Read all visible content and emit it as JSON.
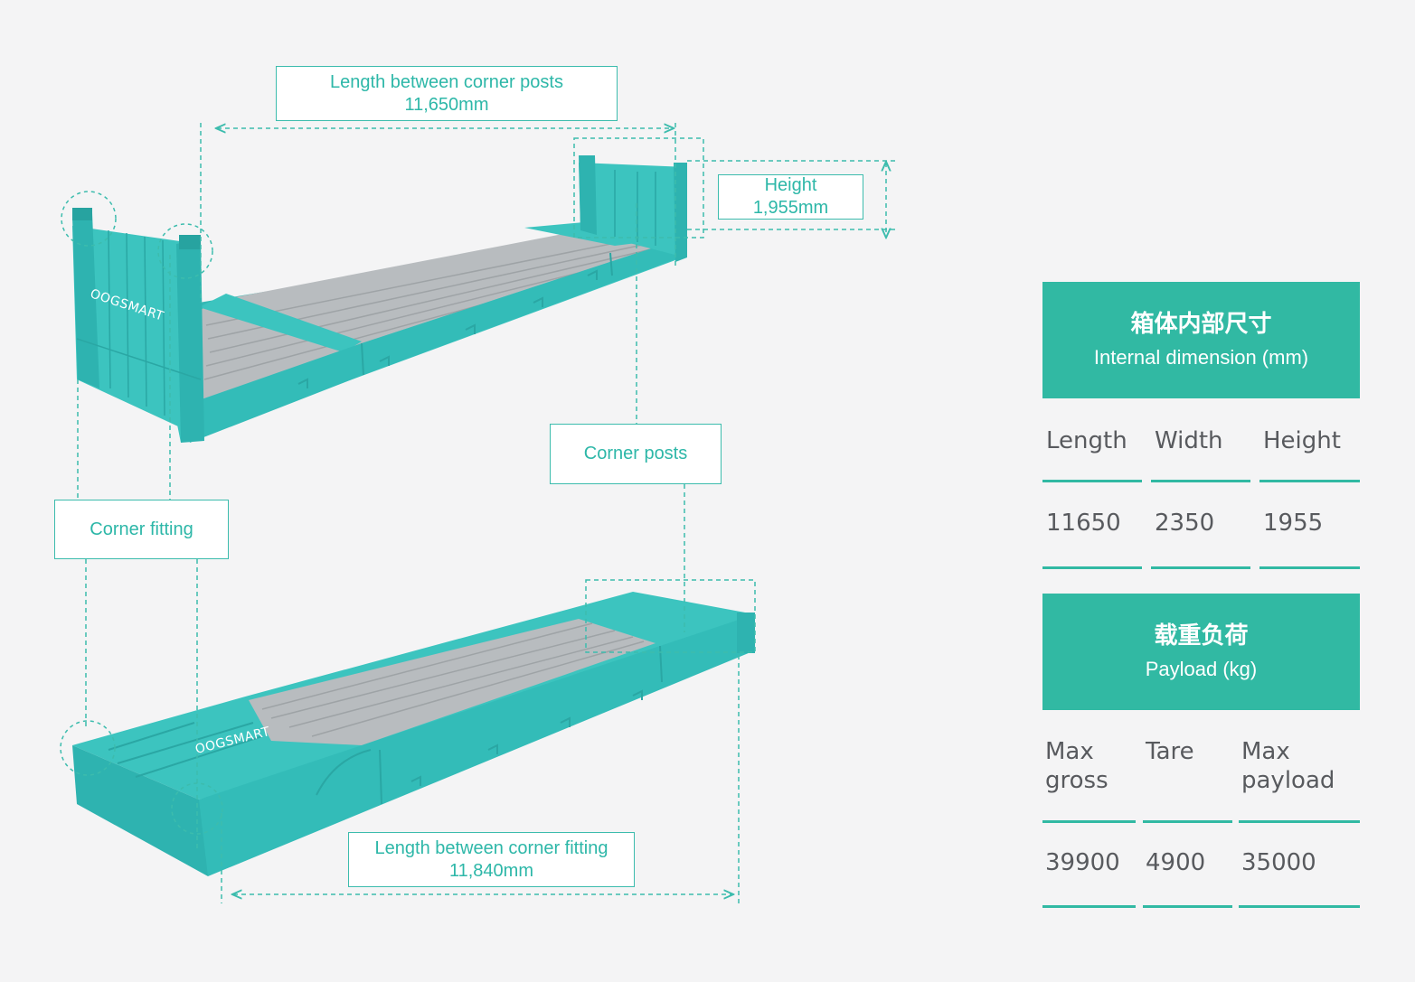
{
  "callouts": {
    "length_posts": {
      "line1": "Length between corner posts",
      "line2": "11,650mm"
    },
    "height": {
      "line1": "Height",
      "line2": "1,955mm"
    },
    "corner_posts": {
      "line1": "Corner posts"
    },
    "corner_fitting": {
      "line1": "Corner fitting"
    },
    "length_fitting": {
      "line1": "Length between corner fitting",
      "line2": "11,840mm"
    }
  },
  "watermark": "OOGSMART",
  "internal_dimension": {
    "title_zh": "箱体内部尺寸",
    "title_en": "Internal dimension (mm)",
    "headers": [
      "Length",
      "Width",
      "Height"
    ],
    "values": [
      "11650",
      "2350",
      "1955"
    ]
  },
  "payload": {
    "title_zh": "载重负荷",
    "title_en": "Payload (kg)",
    "headers": [
      [
        "Max",
        "gross"
      ],
      [
        "Tare",
        ""
      ],
      [
        "Max",
        "payload"
      ]
    ],
    "values": [
      "39900",
      "4900",
      "35000"
    ]
  },
  "colors": {
    "accent": "#31b9a3",
    "container": "#3cc4bf",
    "container_dark": "#2aa7a4",
    "floor": "#b8bcbf",
    "text": "#585a5e"
  }
}
